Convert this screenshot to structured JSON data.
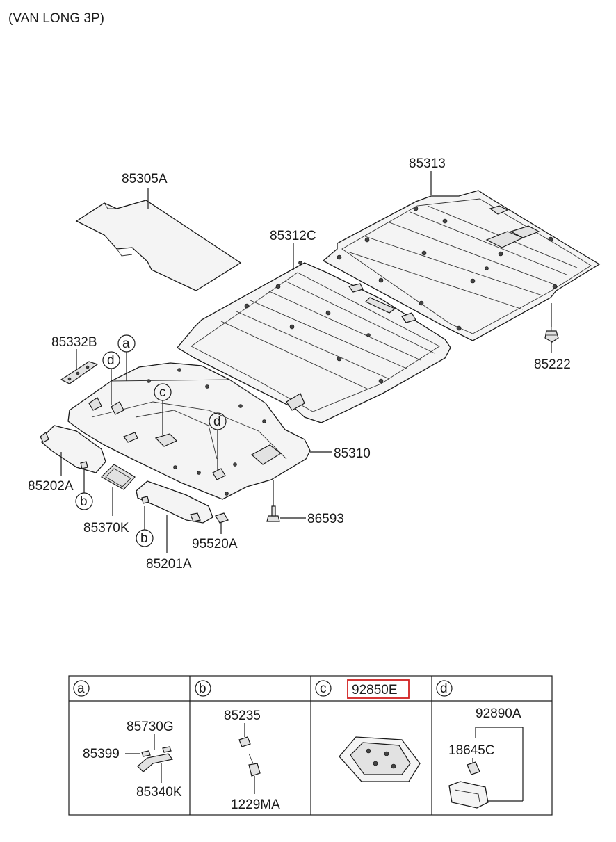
{
  "header_note": "(VAN LONG 3P)",
  "callouts": {
    "p85313": "85313",
    "p85305A": "85305A",
    "p85312C": "85312C",
    "p85332B": "85332B",
    "p85222": "85222",
    "p85310": "85310",
    "p86593": "86593",
    "p85202A": "85202A",
    "p85370K": "85370K",
    "p95520A": "95520A",
    "p85201A": "85201A",
    "ref_a": "a",
    "ref_b1": "b",
    "ref_b2": "b",
    "ref_c": "c",
    "ref_d1": "d",
    "ref_d2": "d"
  },
  "detail_table": {
    "headers": {
      "a": "a",
      "b": "b",
      "c": "c",
      "d": "d",
      "c_part": "92850E"
    },
    "cell_a": {
      "p1": "85730G",
      "p2": "85399",
      "p3": "85340K"
    },
    "cell_b": {
      "p1": "85235",
      "p2": "1229MA"
    },
    "cell_d": {
      "p1": "92890A",
      "p2": "18645C"
    }
  },
  "colors": {
    "highlight": "#d22020",
    "line": "#1a1a1a"
  }
}
